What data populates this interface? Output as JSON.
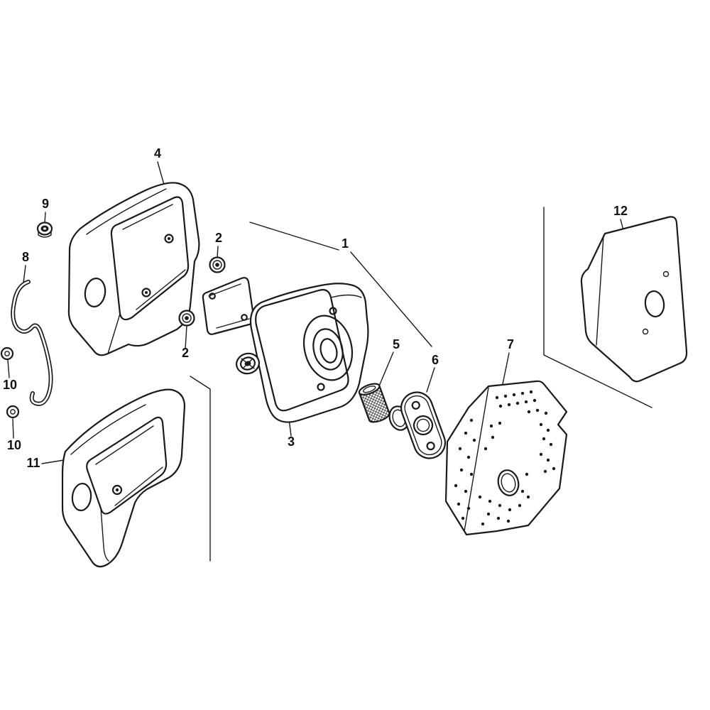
{
  "colors": {
    "line": "#1a1a1a",
    "background": "#ffffff"
  },
  "callouts": {
    "c1": "1",
    "c2a": "2",
    "c2b": "2",
    "c3": "3",
    "c4": "4",
    "c5": "5",
    "c6": "6",
    "c7": "7",
    "c8": "8",
    "c9": "9",
    "c10a": "10",
    "c10b": "10",
    "c11": "11",
    "c12": "12"
  }
}
